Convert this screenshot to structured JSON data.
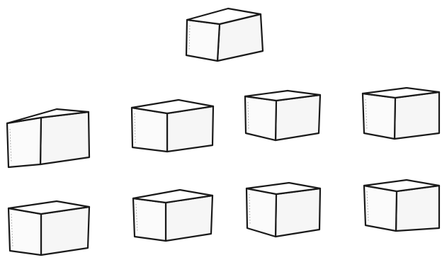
{
  "scene": {
    "description_free": true,
    "background_color": "#ffffff",
    "line_color": "#1a1a1a",
    "box_count": 9,
    "rows": [
      {
        "row": "top",
        "count": 1
      },
      {
        "row": "middle",
        "count": 4
      },
      {
        "row": "bottom",
        "count": 4
      }
    ]
  }
}
